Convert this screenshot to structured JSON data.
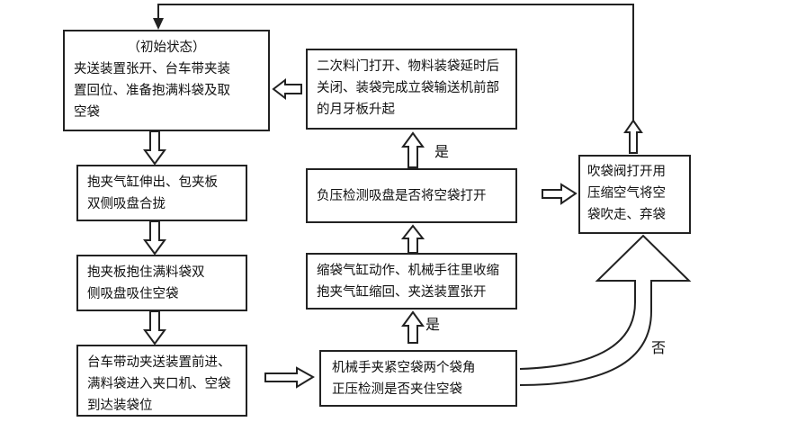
{
  "flowchart": {
    "boxes": {
      "initial_state": {
        "lines": [
          "（初始状态）",
          "夹送装置张开、台车带夹装",
          "置回位、准备抱满料袋及取",
          "空袋"
        ]
      },
      "clamp_extend": {
        "lines": [
          "抱夹气缸伸出、包夹板",
          "双侧吸盘合拢"
        ]
      },
      "clamp_hold": {
        "lines": [
          "抱夹板抱住满料袋双",
          "侧吸盘吸住空袋"
        ]
      },
      "trolley_advance": {
        "lines": [
          "台车带动夹送装置前进、",
          "满料袋进入夹口机、空袋",
          "到达装袋位"
        ]
      },
      "second_door_open": {
        "lines": [
          "二次料门打开、物料装袋延时后",
          "关闭、装袋完成立袋输送机前部",
          "的月牙板升起"
        ]
      },
      "vacuum_check": {
        "lines": [
          "负压检测吸盘是否将空袋打开"
        ]
      },
      "shrink_cylinder": {
        "lines": [
          "缩袋气缸动作、机械手往里收缩",
          "抱夹气缸缩回、夹送装置张开"
        ]
      },
      "gripper_check": {
        "lines": [
          "机械手夹紧空袋两个袋角",
          "正压检测是否夹住空袋"
        ]
      },
      "blow_valve": {
        "lines": [
          "吹袋阀打开用",
          "压缩空气将空",
          "袋吹走、弃袋"
        ]
      }
    },
    "labels": {
      "yes_top": "是",
      "yes_bottom": "是",
      "no": "否"
    }
  }
}
